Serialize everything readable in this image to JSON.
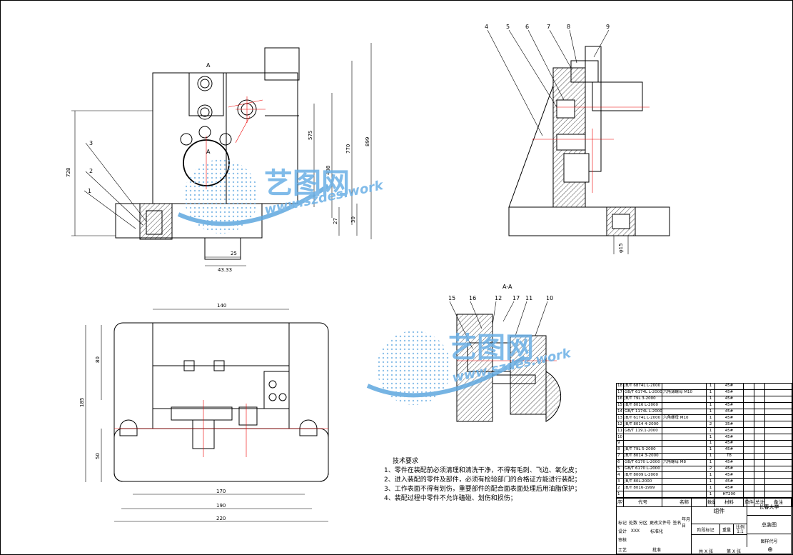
{
  "front_view": {
    "section_marks": [
      "A",
      "A"
    ],
    "part_callouts": [
      "3",
      "2",
      "1"
    ],
    "dimensions": [
      "728",
      "25",
      "43.33",
      "27",
      "30",
      "575",
      "498",
      "770",
      "899"
    ]
  },
  "side_view": {
    "part_callouts": [
      "4",
      "5",
      "6",
      "7",
      "8",
      "9"
    ],
    "dimensions": [
      "φ15"
    ]
  },
  "section_view": {
    "title": "A-A",
    "part_callouts": [
      "15",
      "16",
      "12",
      "17",
      "11",
      "10"
    ]
  },
  "top_view": {
    "dimensions": [
      "140",
      "80",
      "50",
      "185",
      "170",
      "190",
      "220"
    ]
  },
  "watermark": {
    "brand": "艺图网",
    "url": "www.szdes.work"
  },
  "tech_requirements": {
    "title": "技术要求",
    "items": [
      "1、零件在装配前必须清理和清洗干净，不得有毛刺、飞边、氧化皮；",
      "2、进入装配的零件及部件，必须有检验部门的合格证方能进行装配；",
      "3、工作表面不得有划伤，重要部件的配合面表面处理后用油脂保护；",
      "4、装配过程中零件不允许磕碰、划伤和损伤；"
    ]
  },
  "bom": {
    "rows": [
      {
        "no": "18",
        "code": "JB/T 6874L L-2000",
        "name": "",
        "qty": "1",
        "mat": "45#"
      },
      {
        "no": "17",
        "code": "GB/T 6174L L-2000",
        "name": "六角薄螺母 M10",
        "qty": "1",
        "mat": "45#"
      },
      {
        "no": "16",
        "code": "JB/T 79L 3-2000",
        "name": "",
        "qty": "1",
        "mat": "45#"
      },
      {
        "no": "15",
        "code": "JB/T 8016 L-2000",
        "name": "",
        "qty": "1",
        "mat": "45#"
      },
      {
        "no": "14",
        "code": "GB/T 1174L L-2000",
        "name": "",
        "qty": "1",
        "mat": "45#"
      },
      {
        "no": "13",
        "code": "JB/T 6174L L-2000",
        "name": "六角螺母 M10",
        "qty": "1",
        "mat": "45#"
      },
      {
        "no": "12",
        "code": "JB/T 8014 4-2000",
        "name": "",
        "qty": "2",
        "mat": "35#"
      },
      {
        "no": "11",
        "code": "GB/T 119.1-2000",
        "name": "",
        "qty": "1",
        "mat": "45#"
      },
      {
        "no": "10",
        "code": "",
        "name": "",
        "qty": "1",
        "mat": "45#"
      },
      {
        "no": "9",
        "code": "",
        "name": "",
        "qty": "1",
        "mat": "45#"
      },
      {
        "no": "8",
        "code": "JB/T 79L 5-2000",
        "name": "",
        "qty": "1",
        "mat": "45#"
      },
      {
        "no": "7",
        "code": "JB/T 8014 3-2000",
        "name": "",
        "qty": "1",
        "mat": "T8"
      },
      {
        "no": "6",
        "code": "GB/T 6170 L-2000",
        "name": "六角螺母 M8",
        "qty": "1",
        "mat": "45#"
      },
      {
        "no": "5",
        "code": "GB/T 6170 L-2000",
        "name": "",
        "qty": "2",
        "mat": "45#"
      },
      {
        "no": "4",
        "code": "JB/T 8009 L-2000",
        "name": "",
        "qty": "1",
        "mat": "45#"
      },
      {
        "no": "3",
        "code": "JB/T 80L-2000",
        "name": "",
        "qty": "1",
        "mat": "45#"
      },
      {
        "no": "2",
        "code": "JB/T 8016-1999",
        "name": "",
        "qty": "1",
        "mat": "45#"
      },
      {
        "no": "1",
        "code": "",
        "name": "",
        "qty": "1",
        "mat": "HT200"
      }
    ],
    "headers": {
      "no": "序号",
      "code": "代号",
      "name": "名称",
      "qty": "数量",
      "mat": "材料",
      "unit": "单件",
      "total": "总计",
      "weight": "重量",
      "note": "备注"
    }
  },
  "title_block": {
    "school": "长春大学",
    "drawing": "总装图",
    "part": "组件",
    "labels": {
      "mark": "标记",
      "count": "处数",
      "zone": "分区",
      "change_doc": "更改文件号",
      "sign": "签名",
      "date": "年月日",
      "design": "设计",
      "standard": "标准化",
      "review": "审核",
      "craft": "工艺",
      "approve": "批准",
      "stage": "阶段标记",
      "weight": "重量",
      "scale": "比例",
      "sheets_total": "共 X 张",
      "sheet_no": "第 X 张",
      "code": "图样代号"
    },
    "designer": "XXX",
    "scale": "1:1"
  }
}
